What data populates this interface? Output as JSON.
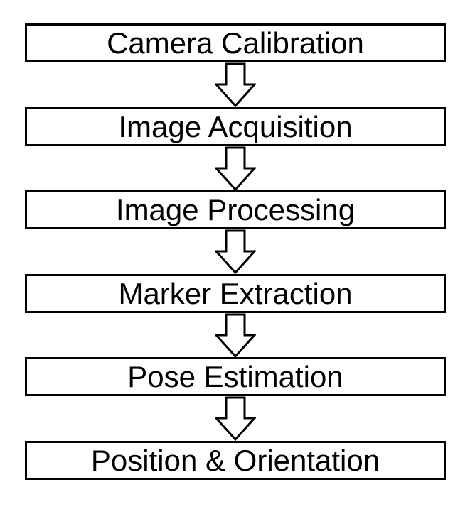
{
  "flowchart": {
    "steps": [
      {
        "label": "Camera Calibration"
      },
      {
        "label": "Image Acquisition"
      },
      {
        "label": "Image Processing"
      },
      {
        "label": "Marker Extraction"
      },
      {
        "label": "Pose Estimation"
      },
      {
        "label": "Position & Orientation"
      }
    ],
    "colors": {
      "stroke": "#000000",
      "fill": "#ffffff",
      "text": "#000000"
    },
    "connector_icon": "hollow-down-arrow-icon"
  }
}
